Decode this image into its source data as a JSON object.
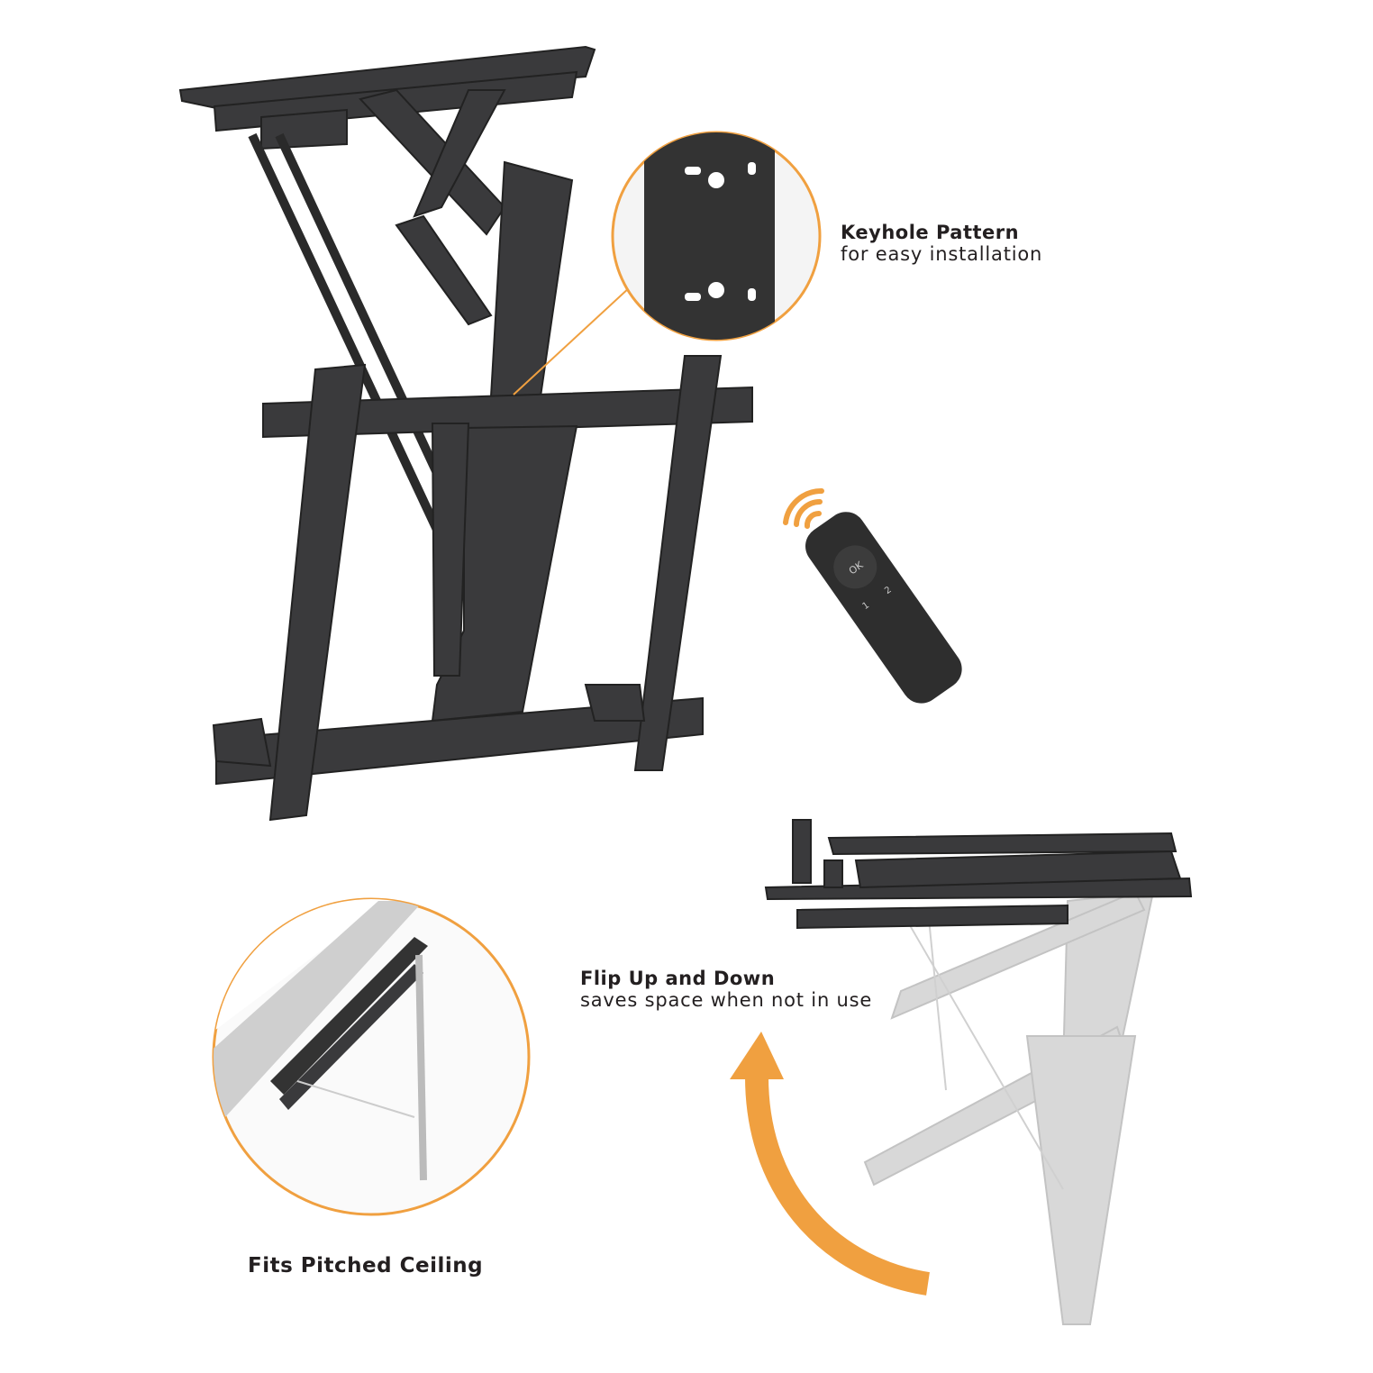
{
  "features": [
    {
      "title": "Keyhole Pattern",
      "subtitle": "for easy installation"
    },
    {
      "title": "Flip Up and Down",
      "subtitle": "saves space when not in use"
    },
    {
      "title": "Fits Pitched Ceiling"
    }
  ],
  "remote": {
    "ok_label": "OK",
    "button_1": "1",
    "button_2": "2"
  },
  "colors": {
    "accent": "#f0a040",
    "metal": "#3a3a3c",
    "ghost": "#c8c8c8"
  }
}
